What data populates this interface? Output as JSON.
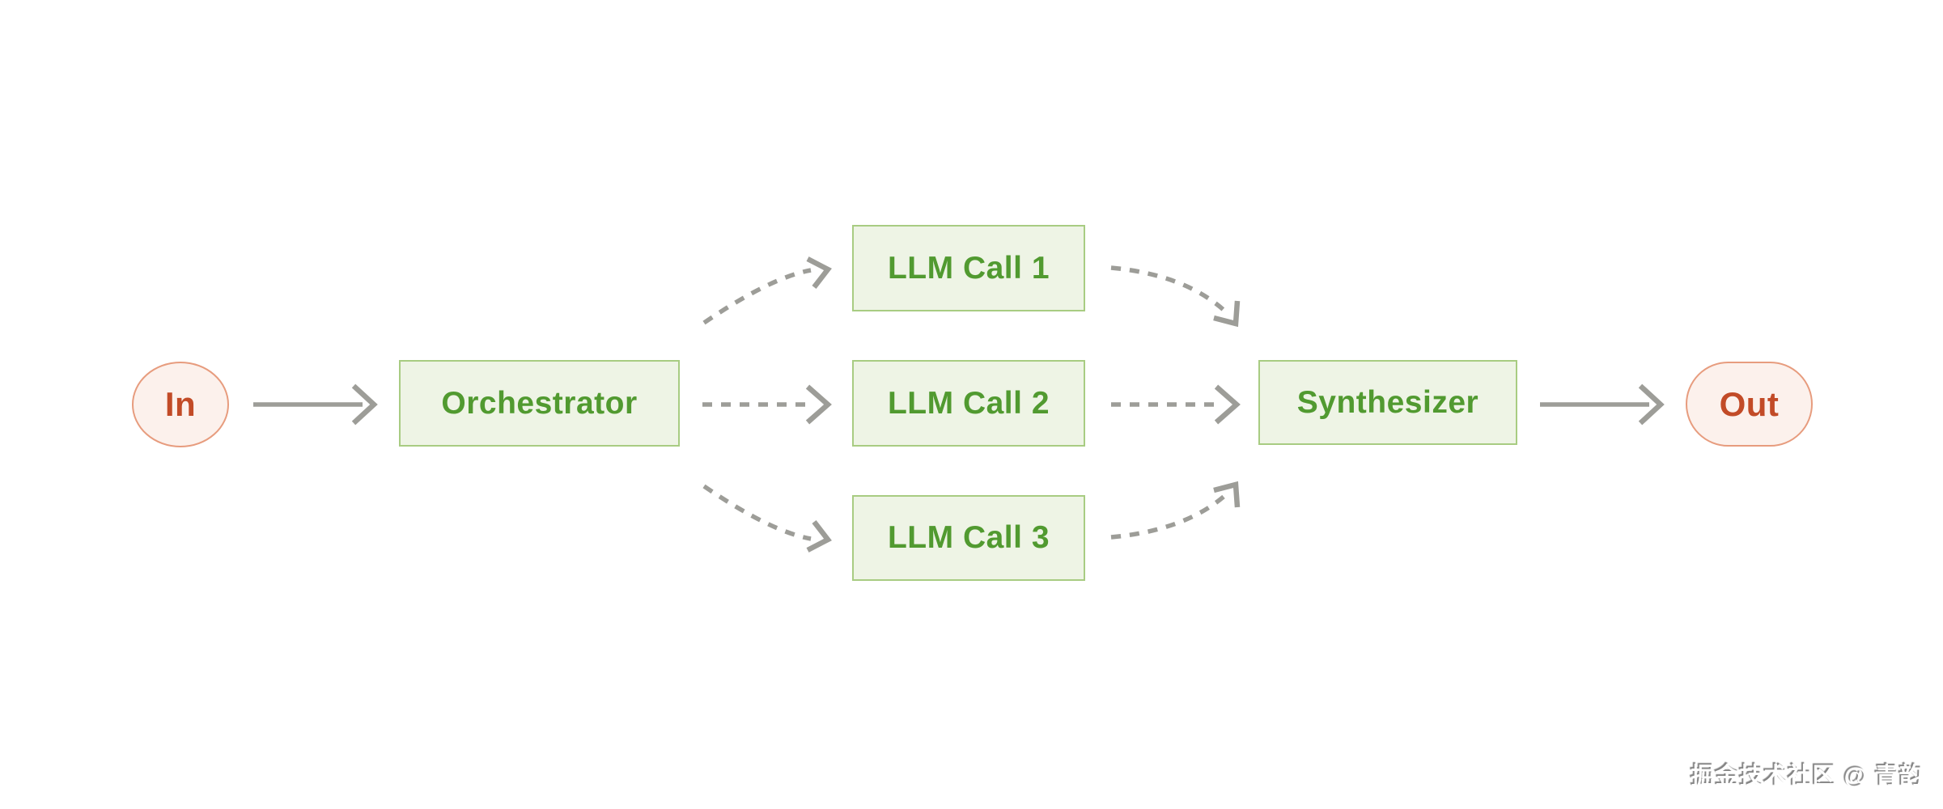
{
  "diagram": {
    "type": "flow-diagram",
    "topic": "Orchestrator-workers LLM workflow",
    "nodes": {
      "in": {
        "label": "In",
        "shape": "circle",
        "role": "input-terminal"
      },
      "orchestrator": {
        "label": "Orchestrator",
        "shape": "rectangle",
        "role": "process"
      },
      "llm_call_1": {
        "label": "LLM Call 1",
        "shape": "rectangle",
        "role": "process"
      },
      "llm_call_2": {
        "label": "LLM Call 2",
        "shape": "rectangle",
        "role": "process"
      },
      "llm_call_3": {
        "label": "LLM Call 3",
        "shape": "rectangle",
        "role": "process"
      },
      "synthesizer": {
        "label": "Synthesizer",
        "shape": "rectangle",
        "role": "process"
      },
      "out": {
        "label": "Out",
        "shape": "pill",
        "role": "output-terminal"
      }
    },
    "edges": [
      {
        "from": "in",
        "to": "orchestrator",
        "style": "solid"
      },
      {
        "from": "orchestrator",
        "to": "llm_call_1",
        "style": "dashed-curved"
      },
      {
        "from": "orchestrator",
        "to": "llm_call_2",
        "style": "dashed-straight"
      },
      {
        "from": "orchestrator",
        "to": "llm_call_3",
        "style": "dashed-curved"
      },
      {
        "from": "llm_call_1",
        "to": "synthesizer",
        "style": "dashed-curved"
      },
      {
        "from": "llm_call_2",
        "to": "synthesizer",
        "style": "dashed-straight"
      },
      {
        "from": "llm_call_3",
        "to": "synthesizer",
        "style": "dashed-curved"
      },
      {
        "from": "synthesizer",
        "to": "out",
        "style": "solid"
      }
    ]
  },
  "watermark": {
    "text": "掘金技术社区 @ 青韵"
  },
  "colors": {
    "node_green_fill": "#eef4e5",
    "node_green_border": "#a8cc82",
    "node_green_text": "#519a30",
    "terminal_fill": "#fcf1ec",
    "terminal_border": "#e79c7e",
    "terminal_text": "#c24b27",
    "arrow_color": "#9d9d98",
    "watermark_color": "#ffffff"
  }
}
